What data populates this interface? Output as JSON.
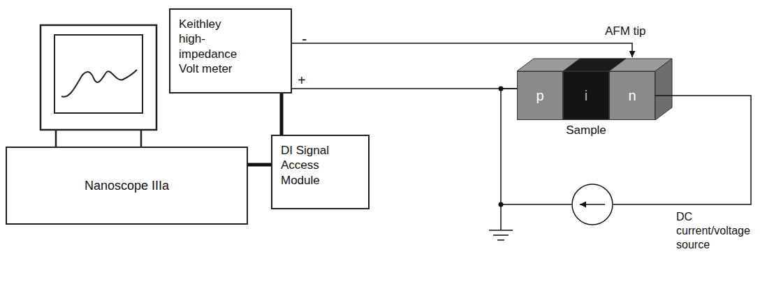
{
  "diagram": {
    "nodes": [
      {
        "text": [
          "Keithley high- impedance Volt meter"
        ]
      },
      {
        "text": [
          "DI Signal Access Module"
        ]
      },
      {
        "text": [
          "Nanoscope IIIa"
        ]
      },
      {
        "text": [
          "Sample"
        ]
      },
      {
        "text": [
          "p"
        ],
        "in": 3
      },
      {
        "text": [
          "i"
        ],
        "in": 3
      },
      {
        "text": [
          "n"
        ],
        "in": 3
      },
      {
        "text": [
          "DC current/voltage source"
        ]
      }
    ],
    "edges": [
      {
        "from": 2,
        "to": 1,
        "arrow": "none"
      },
      {
        "from": 1,
        "to": 0,
        "arrow": "none"
      },
      {
        "from": 0,
        "to": 6,
        "arrow": "to"
      },
      {
        "from": 0,
        "to": 4,
        "arrow": "none"
      },
      {
        "from": 6,
        "to": 7,
        "arrow": "none"
      },
      {
        "from": 7,
        "to": 4,
        "arrow": "none"
      }
    ],
    "labels": [
      "AFM tip",
      "-",
      "+"
    ]
  }
}
